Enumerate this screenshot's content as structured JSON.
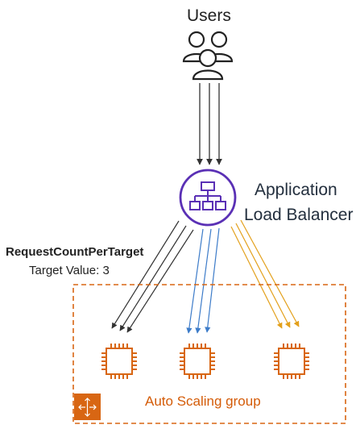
{
  "users": {
    "label": "Users"
  },
  "load_balancer": {
    "line1": "Application",
    "line2": "Load Balancer",
    "color": "#5a30b5"
  },
  "scaling_policy": {
    "metric": "RequestCountPerTarget",
    "target_value": "Target Value: 3"
  },
  "auto_scaling_group": {
    "label": "Auto Scaling group",
    "color": "#d86613",
    "instances": 3
  },
  "arrow_colors": {
    "users": "#333333",
    "instance_1": "#333333",
    "instance_2": "#3d7cc9",
    "instance_3": "#e3a01b"
  }
}
